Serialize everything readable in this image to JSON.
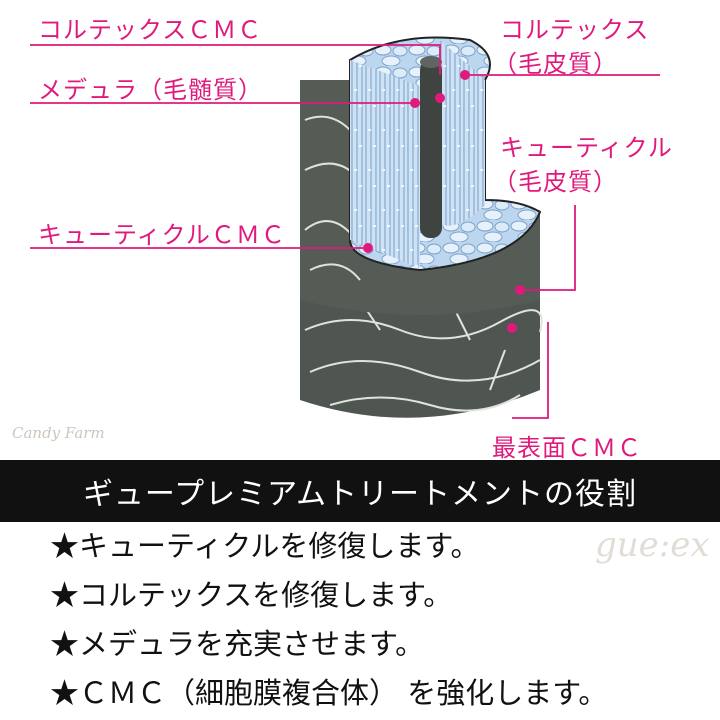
{
  "labels": {
    "cortex_cmc": "コルテックスＣＭＣ",
    "medulla": "メデュラ（毛髄質）",
    "cuticle_cmc": "キューティクルＣＭＣ",
    "cortex": "コルテックス",
    "cortex_sub": "（毛皮質）",
    "cuticle": "キューティクル",
    "cuticle_sub": "（毛皮質）",
    "outer_cmc": "最表面ＣＭＣ"
  },
  "watermark": "Candy Farm",
  "logo": "gue:ex",
  "banner_title": "ギュープレミアムトリートメントの役割",
  "bullets": [
    "★キューティクルを修復します。",
    "★コルテックスを修復します。",
    "★メデュラを充実させます。",
    "★ＣＭＣ（細胞膜複合体） を強化します。"
  ],
  "colors": {
    "accent": "#e0197d",
    "banner_bg": "#111111",
    "bark": "#4f5550",
    "core": "#bcd6ef"
  }
}
